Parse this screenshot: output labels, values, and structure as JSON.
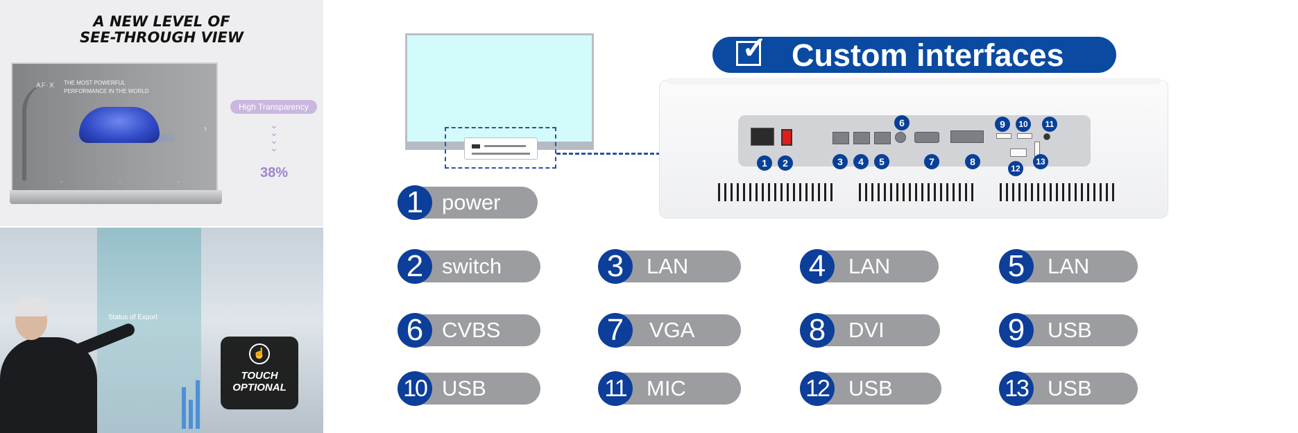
{
  "promo": {
    "title_line1": "A NEW LEVEL OF",
    "title_line2": "SEE-THROUGH VIEW",
    "screen_logo": "AF·X",
    "screen_headline_1": "THE MOST POWERFUL",
    "screen_headline_2": "PERFORMANCE IN THE WORLD",
    "transparency_badge": "High Transparency",
    "transparency_value": "38%",
    "hud_text": "Status of Export",
    "touch_line1": "TOUCH",
    "touch_line2": "OPTIONAL"
  },
  "interfaces": {
    "title": "Custom interfaces",
    "port_numbers": [
      "1",
      "2",
      "3",
      "4",
      "5",
      "6",
      "7",
      "8",
      "9",
      "10",
      "11",
      "12",
      "13"
    ],
    "legend": [
      {
        "num": "1",
        "label": "power"
      },
      {
        "num": "2",
        "label": "switch"
      },
      {
        "num": "3",
        "label": "LAN"
      },
      {
        "num": "4",
        "label": "LAN"
      },
      {
        "num": "5",
        "label": "LAN"
      },
      {
        "num": "6",
        "label": "CVBS"
      },
      {
        "num": "7",
        "label": "VGA"
      },
      {
        "num": "8",
        "label": "DVI"
      },
      {
        "num": "9",
        "label": "USB"
      },
      {
        "num": "10",
        "label": "USB"
      },
      {
        "num": "11",
        "label": "MIC"
      },
      {
        "num": "12",
        "label": "USB"
      },
      {
        "num": "13",
        "label": "USB"
      }
    ]
  },
  "colors": {
    "brand_blue": "#0a4aa0",
    "pill_gray": "#9c9da1",
    "monitor_screen": "#d4fbfb",
    "transparency_purple": "#9d84cc"
  }
}
